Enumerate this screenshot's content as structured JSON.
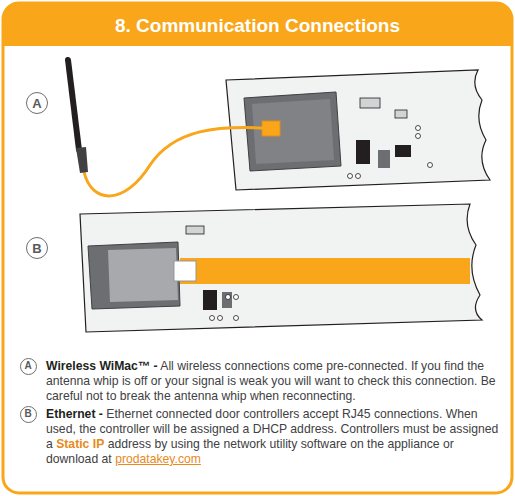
{
  "diagram": {
    "title": "8. Communication Connections",
    "nodes": [
      {
        "text": [
          "A"
        ]
      },
      {
        "text": [
          "B"
        ]
      },
      {
        "text": [
          "A"
        ]
      },
      {
        "text": [
          "B"
        ]
      }
    ],
    "labels": [
      "Wireless WiMac™ -",
      "All wireless connections come pre-connected. If you find the antenna whip is off or your signal is weak you will want to check this connection. Be careful not to break the antenna whip when reconnecting.",
      "Ethernet -",
      "Ethernet connected door controllers accept RJ45 connections. When used, the controller will be assigned a DHCP address. Controllers must be assigned a",
      "Static IP",
      "address by using the network utility software on the appliance or download at",
      "prodatakey.com"
    ]
  }
}
